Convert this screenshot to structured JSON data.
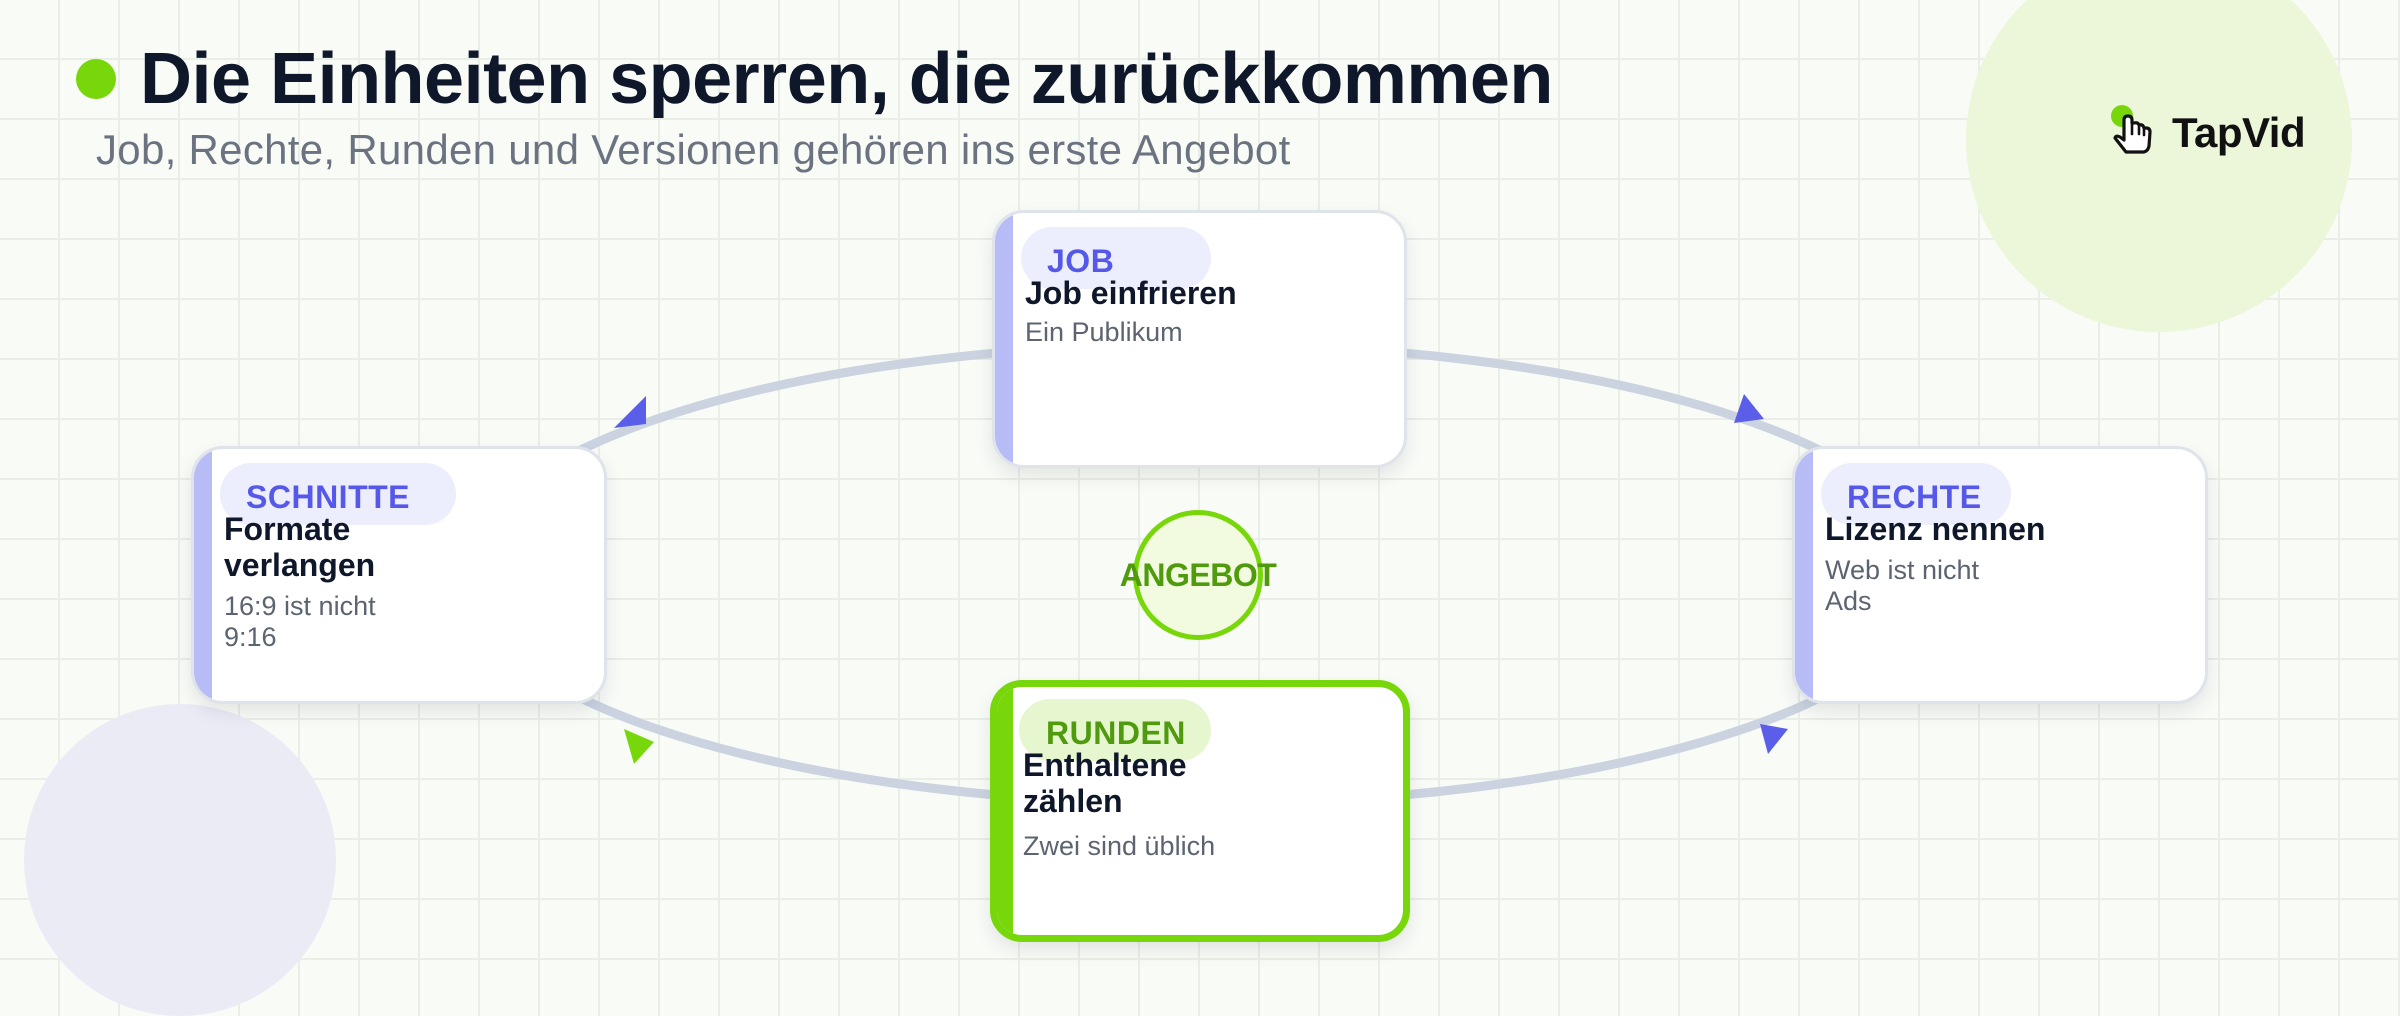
{
  "header": {
    "title": "Die Einheiten sperren, die zurückkommen",
    "subtitle": "Job, Rechte, Runden und Versionen gehören ins erste Angebot"
  },
  "brand": {
    "name": "TapVid",
    "icon": "tap-hand-icon"
  },
  "colors": {
    "accent_green": "#78d70b",
    "accent_indigo": "#5b5ee8",
    "edge": "#cbd3e1",
    "text_dark": "#0f172a",
    "text_muted": "#6b7280"
  },
  "hub": {
    "label": "ANGEBOT"
  },
  "nodes": {
    "job": {
      "tag": "JOB",
      "title": "Job einfrieren",
      "desc": "Ein Publikum",
      "active": false
    },
    "rechte": {
      "tag": "RECHTE",
      "title": "Lizenz nennen",
      "desc": "Web ist nicht\nAds",
      "active": false
    },
    "runden": {
      "tag": "RUNDEN",
      "title": "Enthaltene\nzählen",
      "desc": "Zwei sind üblich",
      "active": true
    },
    "schnitte": {
      "tag": "SCHNITTE",
      "title": "Formate\nverlangen",
      "desc": "16:9 ist nicht\n9:16",
      "active": false
    }
  },
  "edges": [
    {
      "from": "job",
      "to": "rechte",
      "arrow_color": "#5b5ee8"
    },
    {
      "from": "rechte",
      "to": "runden",
      "arrow_color": "#5b5ee8"
    },
    {
      "from": "runden",
      "to": "schnitte",
      "arrow_color": "#78d70b"
    },
    {
      "from": "schnitte",
      "to": "job",
      "arrow_color": "#5b5ee8"
    }
  ]
}
